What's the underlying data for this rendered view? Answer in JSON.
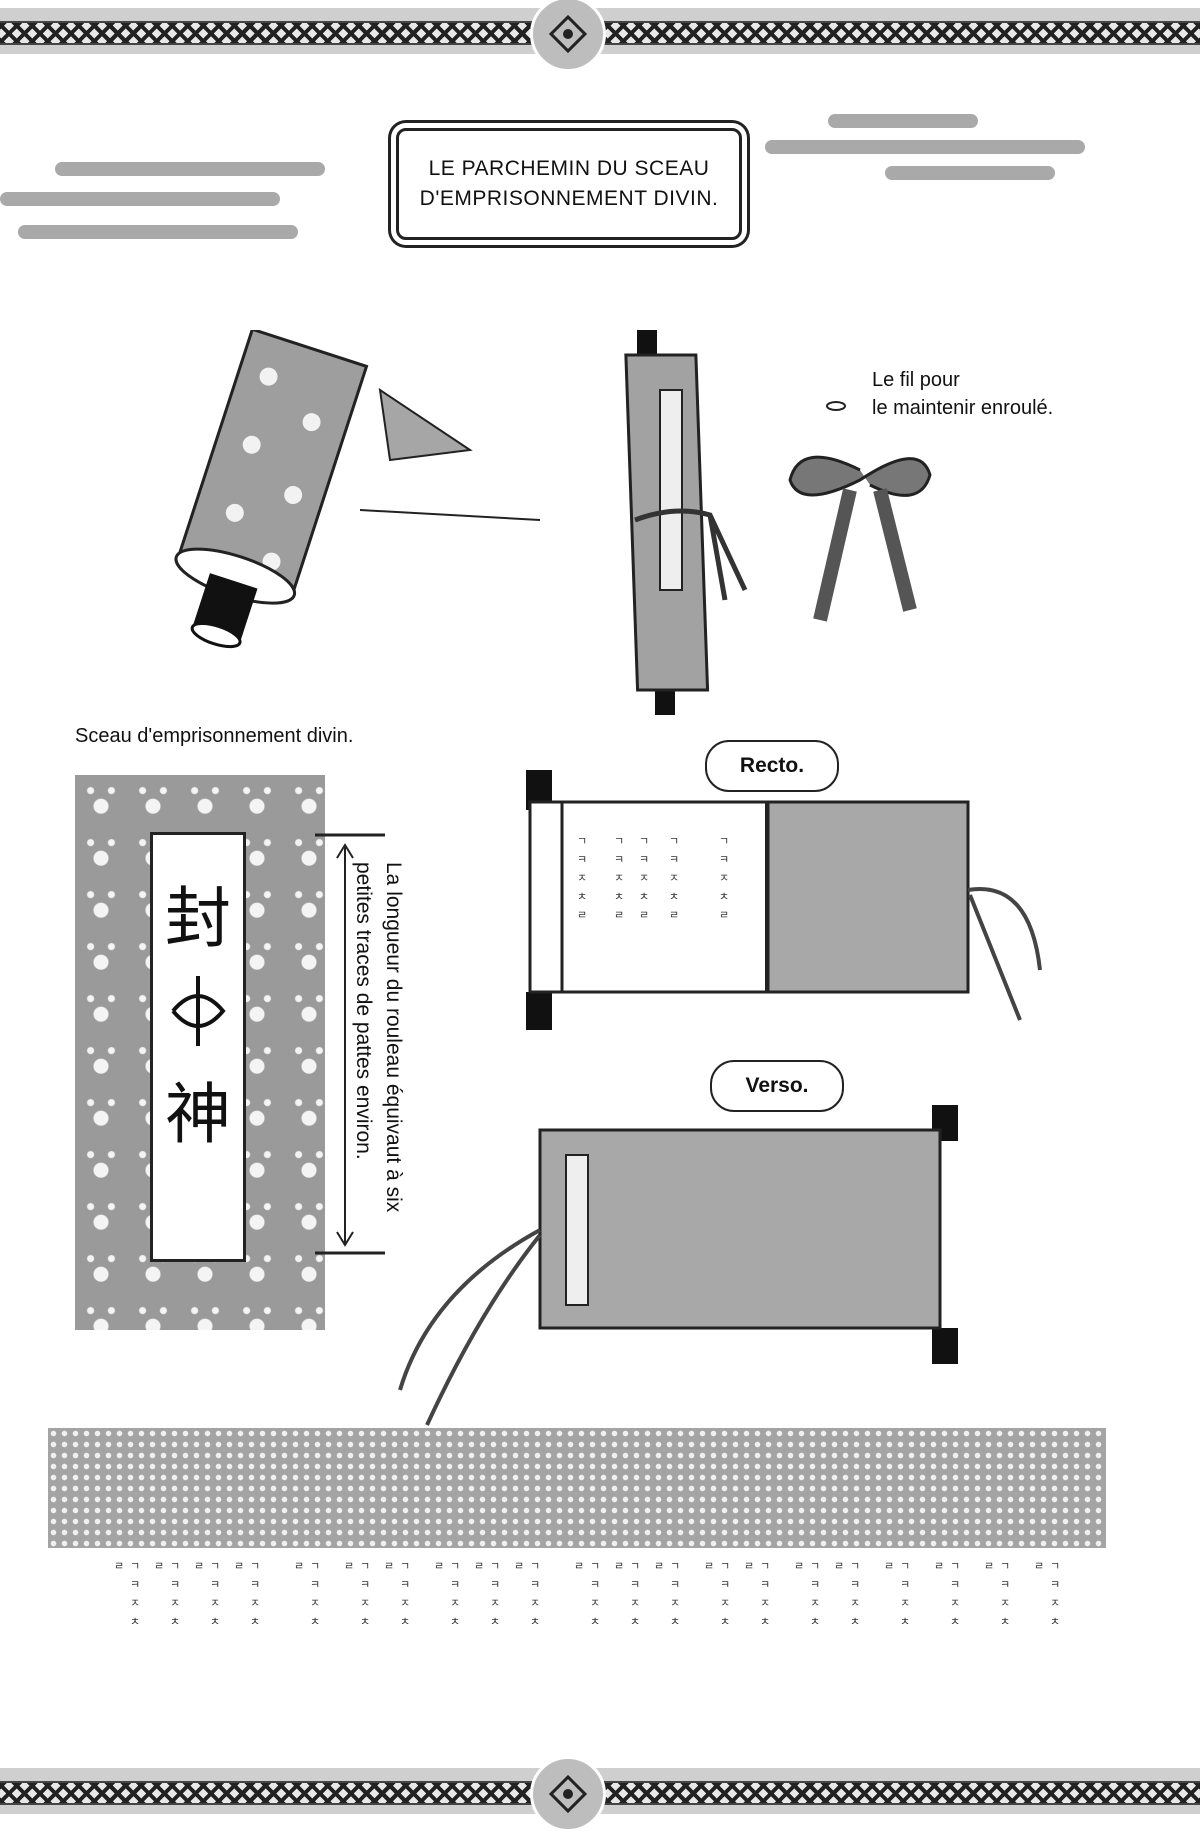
{
  "title": {
    "line1": "LE PARCHEMIN DU SCEAU",
    "line2": "D'EMPRISONNEMENT DIVIN."
  },
  "notes": {
    "thread_line1": "Le fil pour",
    "thread_line2": "le maintenir enroulé.",
    "seal_label": "Sceau d'emprisonnement divin.",
    "length_note_line1": "La longueur du rouleau équivaut à six",
    "length_note_line2": "petites traces de pattes environ."
  },
  "bubbles": {
    "recto": "Recto.",
    "verso": "Verso."
  },
  "seal_kanji": {
    "top": "封",
    "bottom": "神"
  },
  "glyph_text": "ㄱ ㅋ ㅈ ㅊ ㄹ",
  "icons": {
    "medallion": "emblem-icon"
  }
}
